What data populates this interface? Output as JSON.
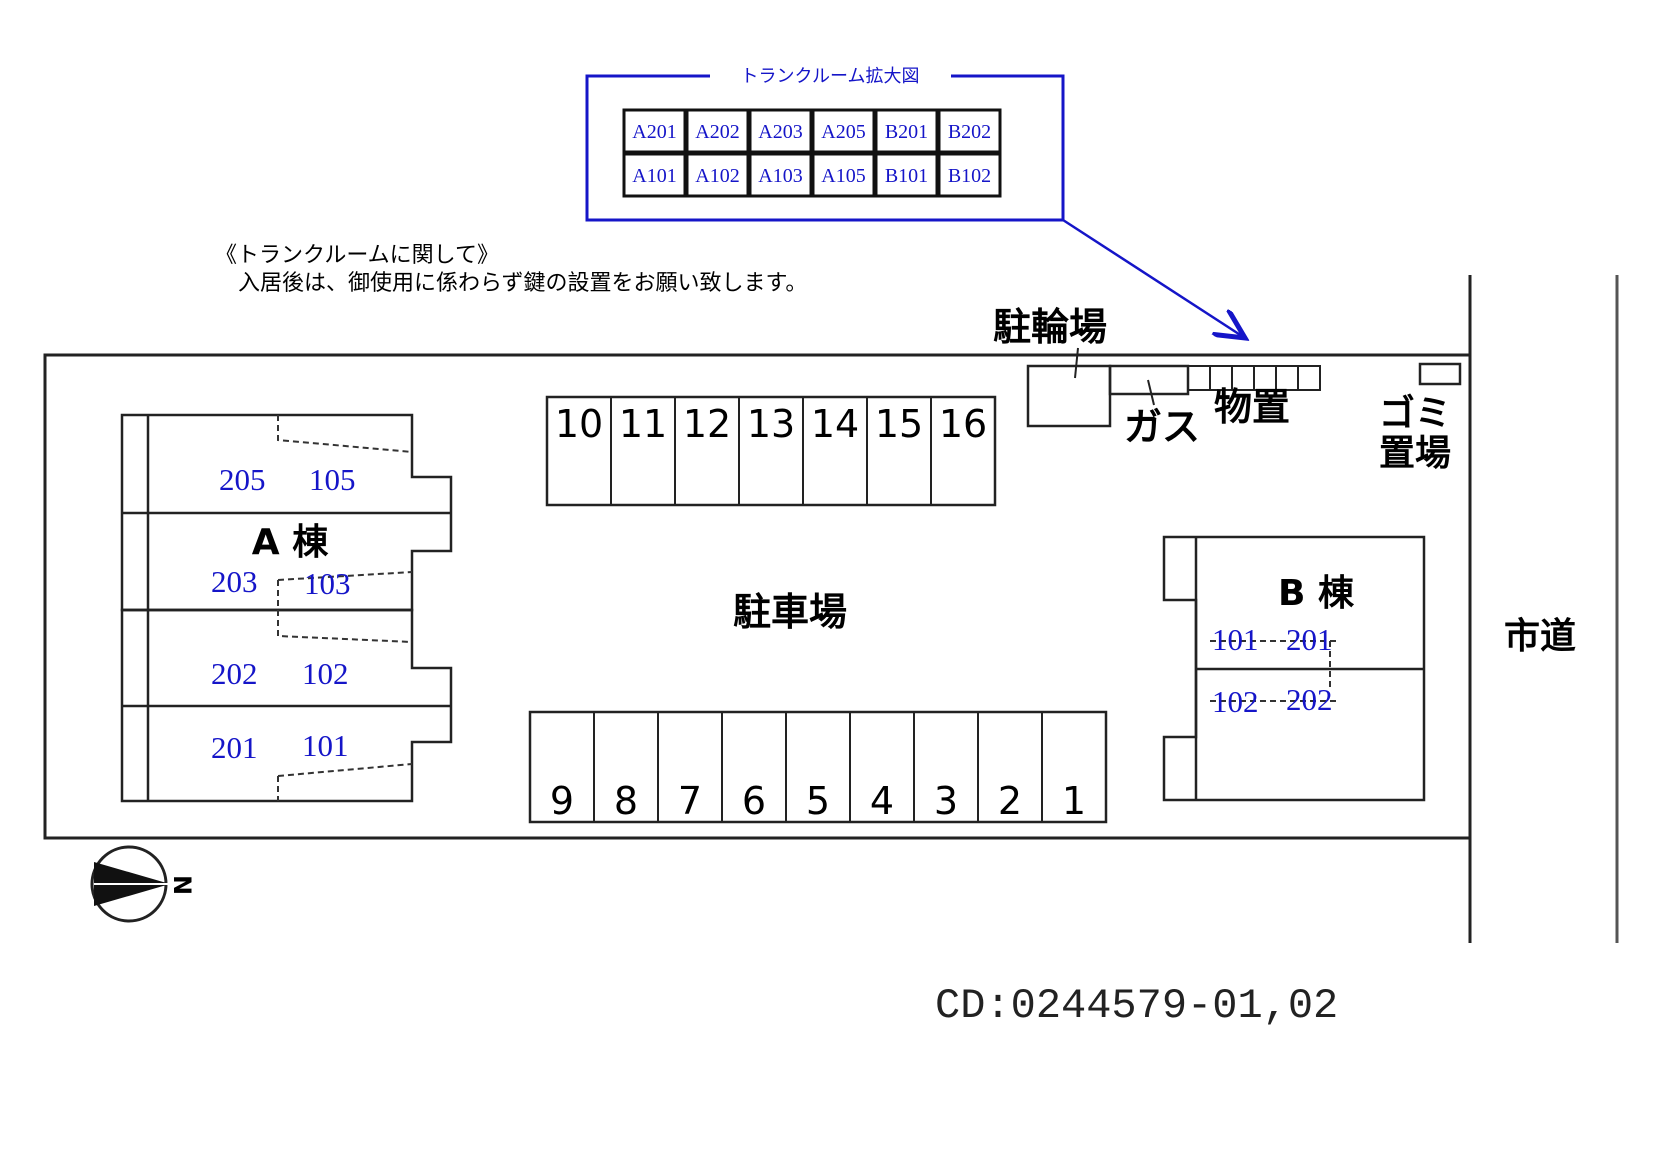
{
  "colors": {
    "blue": "#1515c8",
    "line": "#222222",
    "gray": "#555555"
  },
  "trunk_box": {
    "title": "トランクルーム拡大図",
    "upper": [
      "A201",
      "A202",
      "A203",
      "A205",
      "B201",
      "B202"
    ],
    "lower": [
      "A101",
      "A102",
      "A103",
      "A105",
      "B101",
      "B102"
    ]
  },
  "notice": {
    "heading": "《トランクルームに関して》",
    "body": "入居後は、御使用に係わらず鍵の設置をお願い致します。"
  },
  "labels": {
    "bicycle": "駐輪場",
    "gas": "ガス",
    "storage": "物置",
    "garbage_1": "ゴミ",
    "garbage_2": "置場",
    "parking": "駐車場",
    "city_road": "市道",
    "building_a": "A 棟",
    "building_b": "B 棟",
    "north": "N",
    "code": "CD:0244579-01,02"
  },
  "parking_top": [
    "10",
    "11",
    "12",
    "13",
    "14",
    "15",
    "16"
  ],
  "parking_bottom": [
    "9",
    "8",
    "7",
    "6",
    "5",
    "4",
    "3",
    "2",
    "1"
  ],
  "building_a_units": {
    "row1": [
      "205",
      "105"
    ],
    "row2": [
      "203",
      "103"
    ],
    "row3": [
      "202",
      "102"
    ],
    "row4": [
      "201",
      "101"
    ]
  },
  "building_b_units": {
    "row1": [
      "101",
      "201"
    ],
    "row2": [
      "102",
      "202"
    ]
  }
}
